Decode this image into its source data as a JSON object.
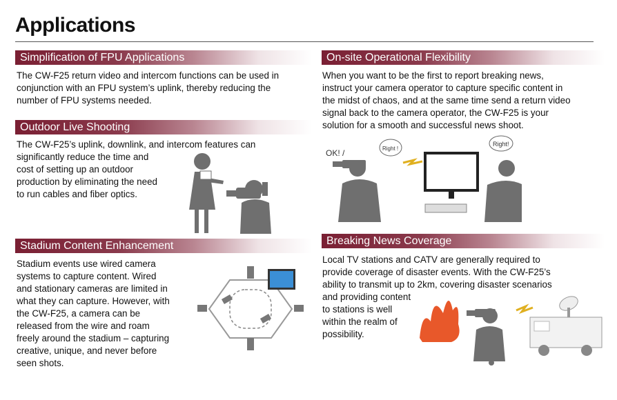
{
  "page": {
    "title": "Applications"
  },
  "sections": {
    "fpu": {
      "heading": "Simplification of FPU Applications",
      "lines": [
        "The CW-F25 return video and intercom functions can be used in",
        "conjunction with an FPU system’s uplink, thereby reducing the",
        "number of FPU systems needed."
      ]
    },
    "outdoor": {
      "heading": "Outdoor Live Shooting",
      "lines": [
        "The CW-F25’s uplink, downlink, and intercom features can",
        "significantly reduce the time and",
        "cost of setting up an outdoor",
        "production by eliminating the need",
        "to run cables and fiber optics."
      ]
    },
    "stadium": {
      "heading": "Stadium Content Enhancement",
      "lines": [
        "Stadium events use wired camera",
        "systems to capture content. Wired",
        "and stationary cameras are limited in",
        "what they can capture. However, with",
        "the CW-F25, a camera can be",
        "released from the wire and roam",
        "freely around the stadium – capturing",
        "creative, unique, and never before",
        "seen shots."
      ]
    },
    "onsite": {
      "heading": "On-site Operational Flexibility",
      "lines": [
        "When you want to be the first to report breaking news,",
        "instruct your camera operator to capture specific content in",
        "the midst of chaos, and at the same time send a return video",
        "signal back to the camera operator, the CW-F25 is your",
        "solution for a smooth and successful news shoot."
      ],
      "bubble_ok": "OK! /",
      "bubble_right1": "Right !",
      "bubble_right2": "Right!"
    },
    "breaking": {
      "heading": "Breaking News Coverage",
      "lines": [
        "Local TV stations and CATV are generally required to",
        "provide coverage of disaster events. With the CW-F25’s",
        "ability to transmit up to 2km, covering disaster scenarios",
        "and providing content",
        "to stations is well",
        "within the realm of",
        "possibility."
      ]
    }
  },
  "colors": {
    "bar": "#7a1f33",
    "art_gray": "#6e6e6e",
    "fire": "#e8582a"
  },
  "icons": [
    "person-silhouette-icon",
    "camera-operator-icon",
    "stadium-diagram-icon",
    "monitor-icon",
    "fire-icon",
    "broadcast-van-icon"
  ]
}
